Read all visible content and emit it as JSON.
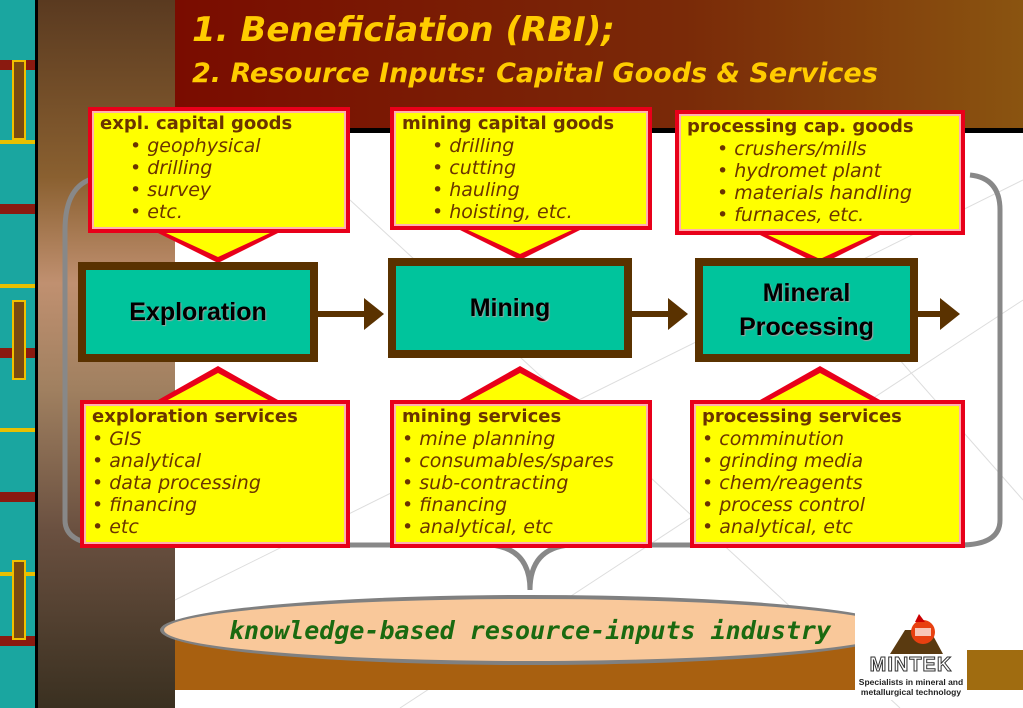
{
  "title": {
    "line1": "1. Beneficiation (RBI);",
    "line2": "2.  Resource Inputs: Capital Goods & Services"
  },
  "capital_goods": [
    {
      "heading": "expl. capital goods",
      "items": [
        "• geophysical",
        "• drilling",
        "• survey",
        "• etc."
      ]
    },
    {
      "heading": "mining capital goods",
      "items": [
        "• drilling",
        "• cutting",
        "• hauling",
        "• hoisting, etc."
      ]
    },
    {
      "heading": "processing cap. goods",
      "items": [
        "• crushers/mills",
        "• hydromet plant",
        "• materials handling",
        "• furnaces, etc."
      ]
    }
  ],
  "stages": [
    "Exploration",
    "Mining",
    "Mineral Processing"
  ],
  "services": [
    {
      "heading": "exploration services",
      "items": [
        "• GIS",
        "• analytical",
        "• data processing",
        "• financing",
        "• etc"
      ]
    },
    {
      "heading": "mining services",
      "items": [
        "•  mine planning",
        "• consumables/spares",
        "• sub-contracting",
        "• financing",
        "• analytical,  etc"
      ]
    },
    {
      "heading": "processing services",
      "items": [
        "•  comminution",
        "• grinding media",
        "• chem/reagents",
        "• process control",
        "• analytical,  etc"
      ]
    }
  ],
  "footer": {
    "banner": "knowledge-based resource-inputs industry"
  },
  "logo": {
    "name": "MINTEK",
    "tagline1": "Specialists in mineral and",
    "tagline2": "metallurgical technology"
  }
}
